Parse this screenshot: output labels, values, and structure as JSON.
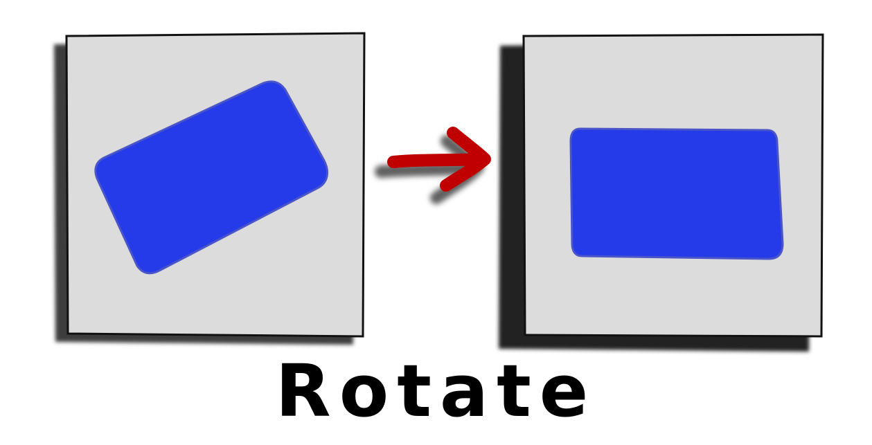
{
  "caption": "Rotate",
  "colors": {
    "shape_fill": "#253bea",
    "shape_stroke": "#4a55c8",
    "panel_fill": "#dcdcdc",
    "panel_border": "#111111",
    "shadow": "#444444",
    "arrow": "#c00000",
    "text": "#000000"
  },
  "panels": [
    {
      "name": "before-panel",
      "content": "tilted-rectangle"
    },
    {
      "name": "after-panel",
      "content": "upright-rectangle"
    }
  ],
  "arrow": {
    "direction": "right"
  }
}
